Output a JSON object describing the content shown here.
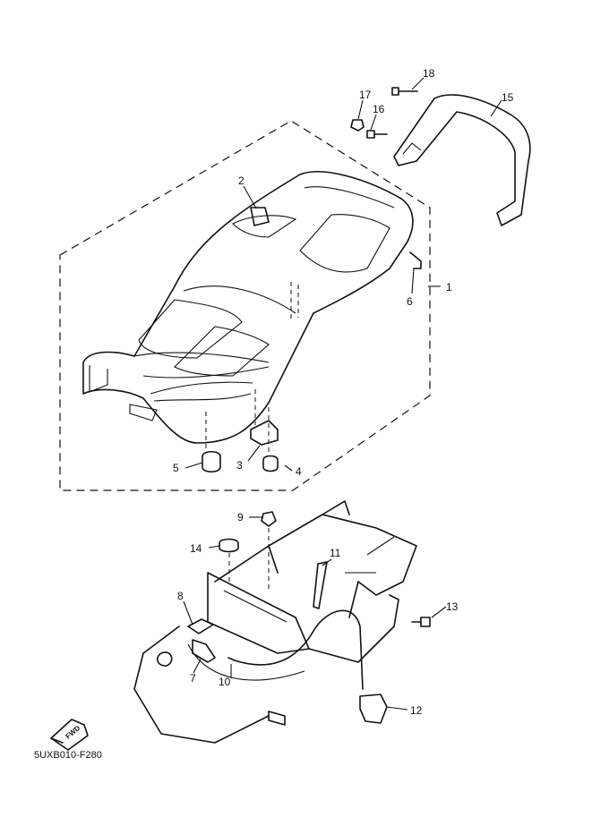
{
  "diagram": {
    "code": "5UXB010-F280",
    "fwd_label": "FWD",
    "parts": [
      {
        "id": "p1",
        "num": "1"
      },
      {
        "id": "p2",
        "num": "2"
      },
      {
        "id": "p3",
        "num": "3"
      },
      {
        "id": "p4",
        "num": "4"
      },
      {
        "id": "p5",
        "num": "5"
      },
      {
        "id": "p6",
        "num": "6"
      },
      {
        "id": "p7",
        "num": "7"
      },
      {
        "id": "p8",
        "num": "8"
      },
      {
        "id": "p9",
        "num": "9"
      },
      {
        "id": "p10",
        "num": "10"
      },
      {
        "id": "p11",
        "num": "11"
      },
      {
        "id": "p12",
        "num": "12"
      },
      {
        "id": "p13",
        "num": "13"
      },
      {
        "id": "p14",
        "num": "14"
      },
      {
        "id": "p15",
        "num": "15"
      },
      {
        "id": "p16",
        "num": "16"
      },
      {
        "id": "p17",
        "num": "17"
      },
      {
        "id": "p18",
        "num": "18"
      }
    ]
  }
}
